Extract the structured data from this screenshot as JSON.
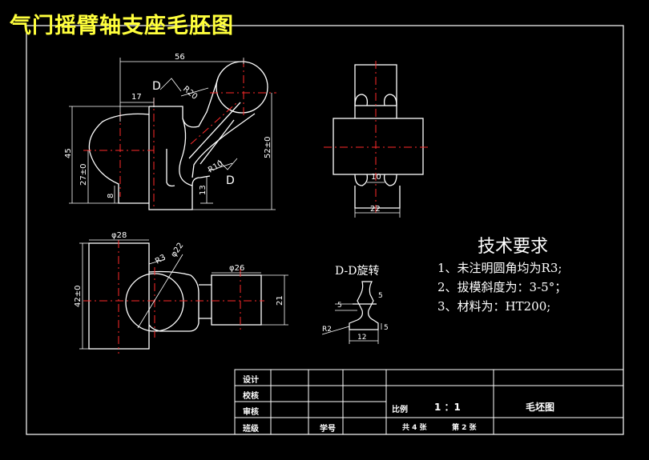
{
  "title": "气门摇臂轴支座毛胚图",
  "views": {
    "front": {
      "dim_56": "56",
      "dim_17": "17",
      "dim_R20": "R20",
      "dim_R10": "R10",
      "dim_45": "45",
      "dim_27": "27±0",
      "dim_8": "8",
      "dim_13": "13",
      "dim_52": "52±0",
      "section_mark_1": "D",
      "section_mark_2": "D"
    },
    "side": {
      "dim_10": "10",
      "dim_22": "22"
    },
    "top": {
      "dim_28": "φ28",
      "dim_R3": "R3",
      "dim_22": "φ22",
      "dim_26": "φ26",
      "dim_42": "42±0",
      "dim_21": "21"
    },
    "section": {
      "label": "D-D旋转",
      "dim_5a": "5",
      "dim_5b": "5",
      "dim_5c": "5",
      "dim_R2": "R2",
      "dim_12": "12"
    }
  },
  "requirements": {
    "heading": "技术要求",
    "items": [
      "1、未注明圆角均为R3;",
      "2、拔模斜度为：3-5°；",
      "3、材料为：HT200;"
    ]
  },
  "title_block": {
    "design": "设计",
    "check": "校核",
    "review": "审核",
    "class": "班级",
    "student_no": "学号",
    "scale_label": "比例",
    "scale_value": "1 ：1",
    "drawing_name": "毛坯图",
    "sheets_total": "共 4 张",
    "sheet_no": "第 2 张"
  },
  "colors": {
    "outline": "#ffffff",
    "centerline": "#ff2a2a",
    "dimension": "#ffffff",
    "title": "#ffff3c"
  }
}
